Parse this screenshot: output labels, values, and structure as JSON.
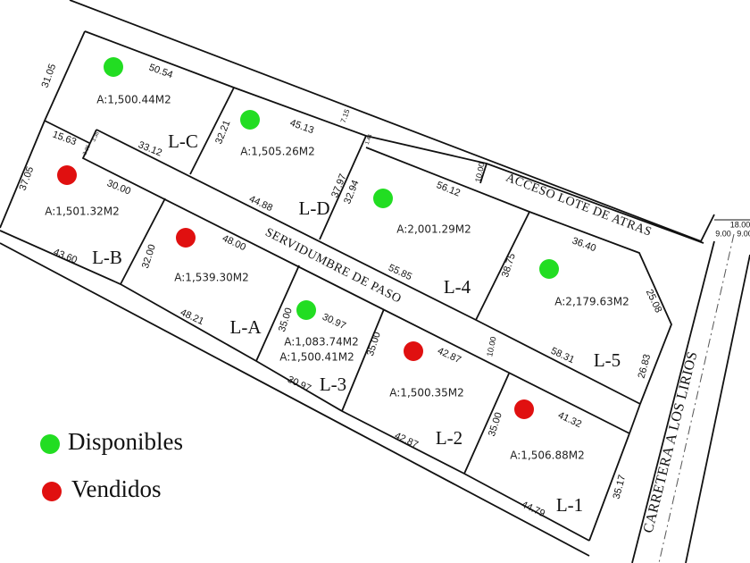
{
  "colors": {
    "available": "#22dd22",
    "sold": "#e01010"
  },
  "legend": {
    "available": "Disponibles",
    "sold": "Vendidos"
  },
  "roads": {
    "access": "ACCESO LOTE DE ATRAS",
    "easement": "SERVIDUMBRE DE PASO",
    "highway": "CARRETERA A LOS LIRIOS"
  },
  "lots": [
    {
      "id": "L-C",
      "area": "A:1,500.44M2",
      "status": "available"
    },
    {
      "id": "L-D",
      "area": "A:1,505.26M2",
      "status": "available"
    },
    {
      "id": "L-B",
      "area": "A:1,501.32M2",
      "status": "sold"
    },
    {
      "id": "L-A",
      "area": "A:1,539.30M2",
      "status": "sold"
    },
    {
      "id": "L-4",
      "area": "A:2,001.29M2",
      "status": "available"
    },
    {
      "id": "L-5",
      "area": "A:2,179.63M2",
      "status": "available"
    },
    {
      "id": "L-3",
      "area": "A:1,083.74M2",
      "area2": "A:1,500.41M2",
      "status": "available"
    },
    {
      "id": "L-2",
      "area": "A:1,500.35M2",
      "status": "sold"
    },
    {
      "id": "L-1",
      "area": "A:1,506.88M2",
      "status": "sold"
    }
  ],
  "dimensions": [
    "31.05",
    "50.54",
    "32.21",
    "45.13",
    "7.15",
    "15.63",
    "3.36",
    "3.36",
    "33.12",
    "37.05",
    "30.00",
    "44.88",
    "37.97",
    "32.94",
    "1.44",
    "10.00",
    "56.12",
    "43.60",
    "32.00",
    "48.00",
    "55.85",
    "38.75",
    "36.40",
    "25.08",
    "48.21",
    "35.00",
    "30.97",
    "10.00",
    "58.31",
    "26.83",
    "35.00",
    "42.87",
    "30.97",
    "42.87",
    "35.00",
    "41.32",
    "35.17",
    "44.79",
    "18.00",
    "9.00",
    "9.00"
  ]
}
